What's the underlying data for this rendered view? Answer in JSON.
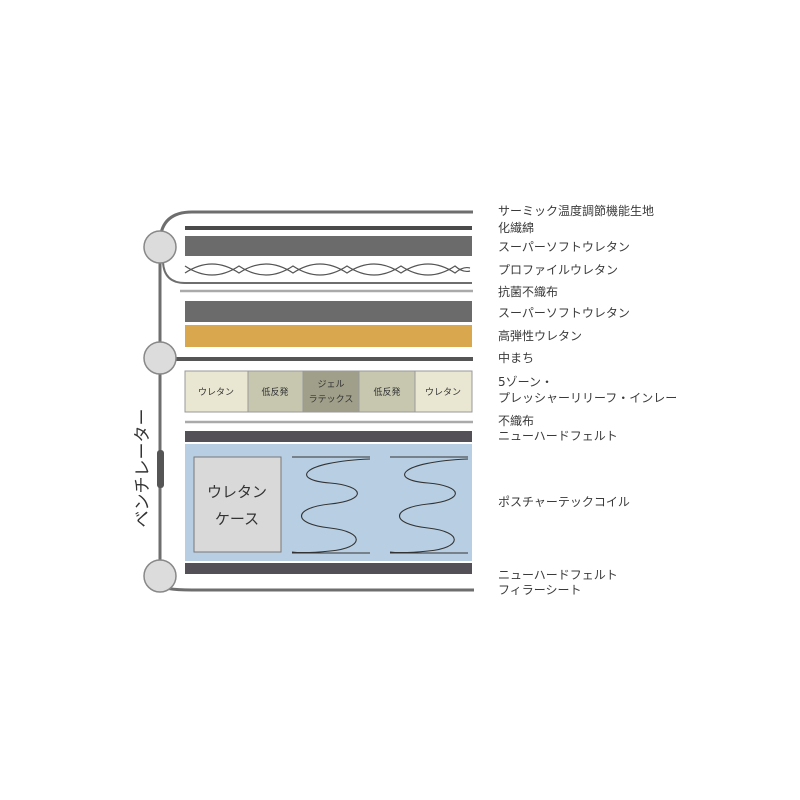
{
  "colors": {
    "frame": "#6e6e6e",
    "dark_layer": "#6b6b6b",
    "thin_line": "#4a4a4a",
    "orange": "#d9a84e",
    "light_gray_line": "#aaaaaa",
    "felt": "#545057",
    "coil_bg": "#b8cfe3",
    "case_bg": "#d9d9d9",
    "zone_cream": "#e9e6d2",
    "zone_beige": "#c7c7b0",
    "zone_dark": "#a09f8a",
    "node_fill": "#dcdcdc",
    "label_text": "#3a3a3a"
  },
  "labels": {
    "fabric": "サーミック温度調節機能生地",
    "synthetic_cotton": "化繊綿",
    "super_soft_1": "スーパーソフトウレタン",
    "profile_urethane": "プロファイルウレタン",
    "antibacterial": "抗菌不織布",
    "super_soft_2": "スーパーソフトウレタン",
    "high_resilience": "高弾性ウレタン",
    "middle_tuck": "中まち",
    "zone_line1": "5ゾーン・",
    "zone_line2": "プレッシャーリリーフ・インレー",
    "nonwoven": "不織布",
    "new_hard_felt_top": "ニューハードフェルト",
    "pocket_coil": "ポスチャーテックコイル",
    "new_hard_felt_bottom": "ニューハードフェルト",
    "filler_sheet": "フィラーシート"
  },
  "zones": [
    {
      "line1": "ウレタン",
      "line2": ""
    },
    {
      "line1": "低反発",
      "line2": ""
    },
    {
      "line1": "ジェル",
      "line2": "ラテックス"
    },
    {
      "line1": "低反発",
      "line2": ""
    },
    {
      "line1": "ウレタン",
      "line2": ""
    }
  ],
  "urethane_case": {
    "line1": "ウレタン",
    "line2": "ケース"
  },
  "ventilator": "ベンチレーター"
}
